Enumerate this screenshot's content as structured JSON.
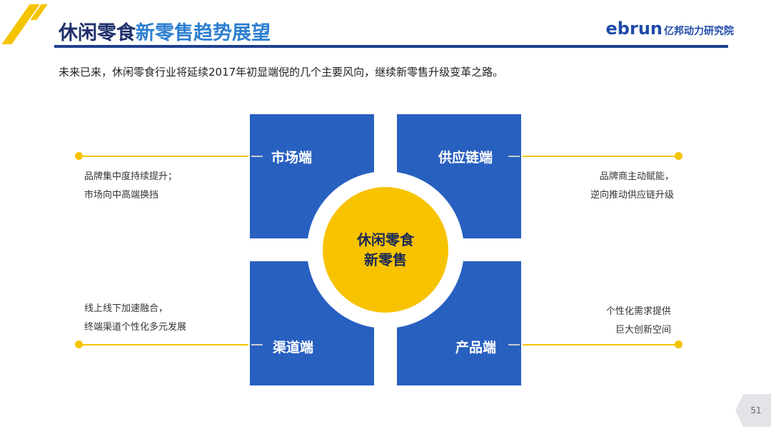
{
  "header": {
    "title_dark": "休闲零食",
    "title_highlight": "新零售趋势展望",
    "logo_brand": "ebrun",
    "logo_suffix": "亿邦动力研究院"
  },
  "intro": "未来已来，休闲零食行业将延续2017年初显端倪的几个主要风向，继续新零售升级变革之路。",
  "center": {
    "line1": "休闲零食",
    "line2": "新零售"
  },
  "quadrants": [
    {
      "label": "市场端",
      "desc1": "品牌集中度持续提升；",
      "desc2": "市场向中高端换挡"
    },
    {
      "label": "供应链端",
      "desc1": "品牌商主动赋能，",
      "desc2": "逆向推动供应链升级"
    },
    {
      "label": "渠道端",
      "desc1": "线上线下加速融合，",
      "desc2": "终端渠道个性化多元发展"
    },
    {
      "label": "产品端",
      "desc1": "个性化需求提供",
      "desc2": "巨大创新空间"
    }
  ],
  "page_number": "51",
  "colors": {
    "blue": "#2860c0",
    "yellow": "#f7c300",
    "navy": "#1f3f8f"
  }
}
